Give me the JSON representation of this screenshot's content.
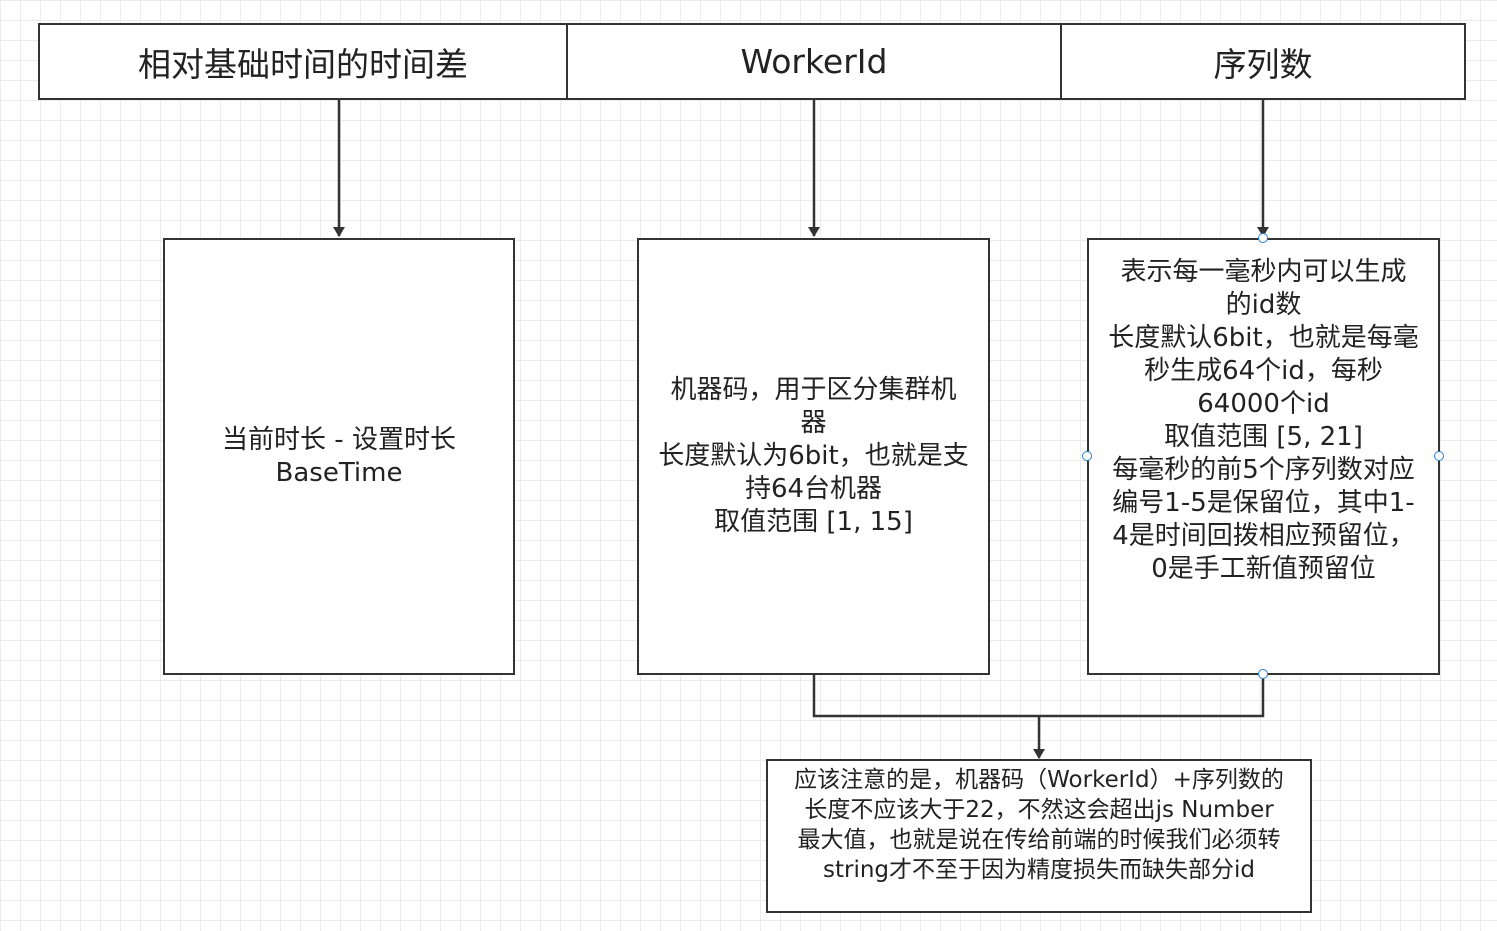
{
  "headers": {
    "time_diff": "相对基础时间的时间差",
    "worker_id": "WorkerId",
    "sequence": "序列数"
  },
  "boxes": {
    "time": [
      "当前时长 - 设置时长",
      "BaseTime"
    ],
    "worker": [
      "机器码，用于区分集群机",
      "器",
      "长度默认为6bit，也就是支",
      "持64台机器",
      "取值范围 [1, 15]"
    ],
    "sequence": [
      "表示每一毫秒内可以生成",
      "的id数",
      "长度默认6bit，也就是每毫",
      "秒生成64个id，每秒",
      "64000个id",
      "取值范围 [5, 21]",
      "每毫秒的前5个序列数对应",
      "编号1-5是保留位，其中1-",
      "4是时间回拨相应预留位，",
      "0是手工新值预留位"
    ],
    "note": [
      "应该注意的是，机器码（WorkerId）+序列数的",
      "长度不应该大于22，不然这会超出js Number",
      "最大值，也就是说在传给前端的时候我们必须转",
      "string才不至于因为精度损失而缺失部分id"
    ]
  },
  "colors": {
    "stroke": "#333333",
    "handle": "#2a7fd8",
    "grid": "#ececec"
  }
}
